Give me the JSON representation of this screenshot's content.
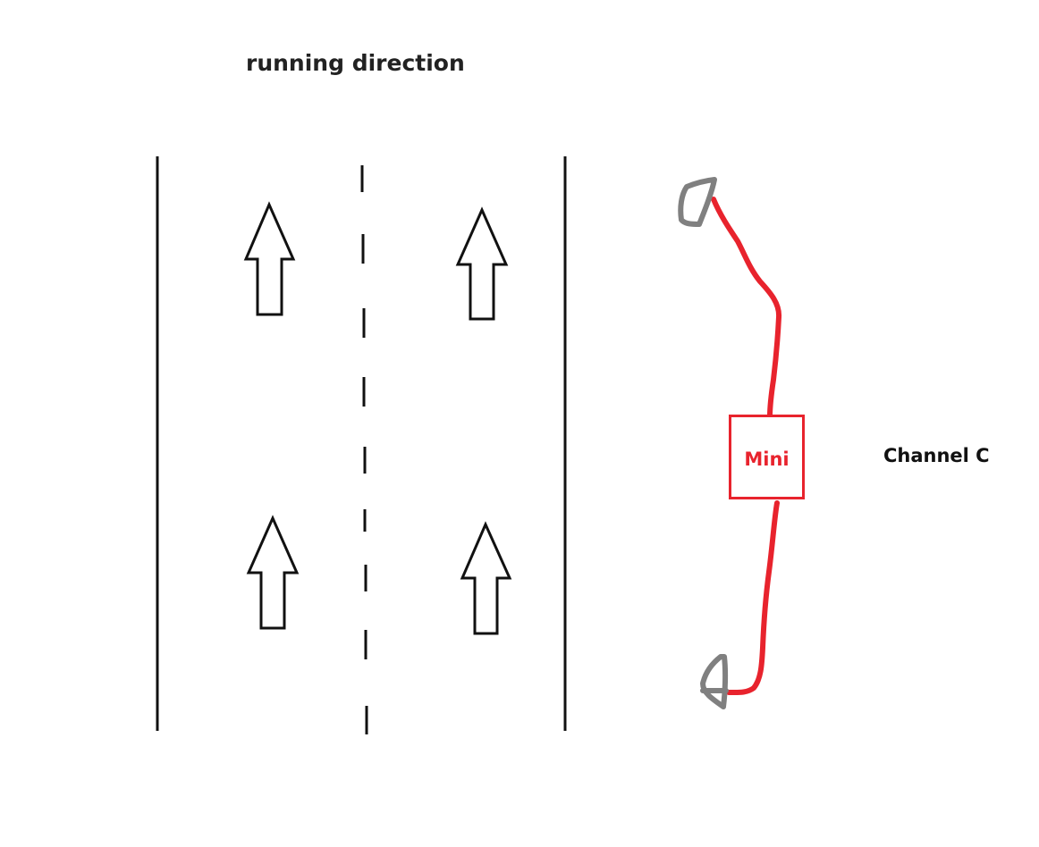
{
  "title": "running direction",
  "channel_label": "Channel C",
  "device_label": "Mini",
  "colors": {
    "lines": "#111111",
    "cable": "#e8232d",
    "device_border": "#e8232d",
    "end_caps": "#808080"
  },
  "icons": {
    "lane_arrows": [
      "arrow-up-icon",
      "arrow-up-icon",
      "arrow-up-icon",
      "arrow-up-icon"
    ],
    "cable_ends": [
      "cable-end-icon",
      "cable-end-icon"
    ]
  }
}
